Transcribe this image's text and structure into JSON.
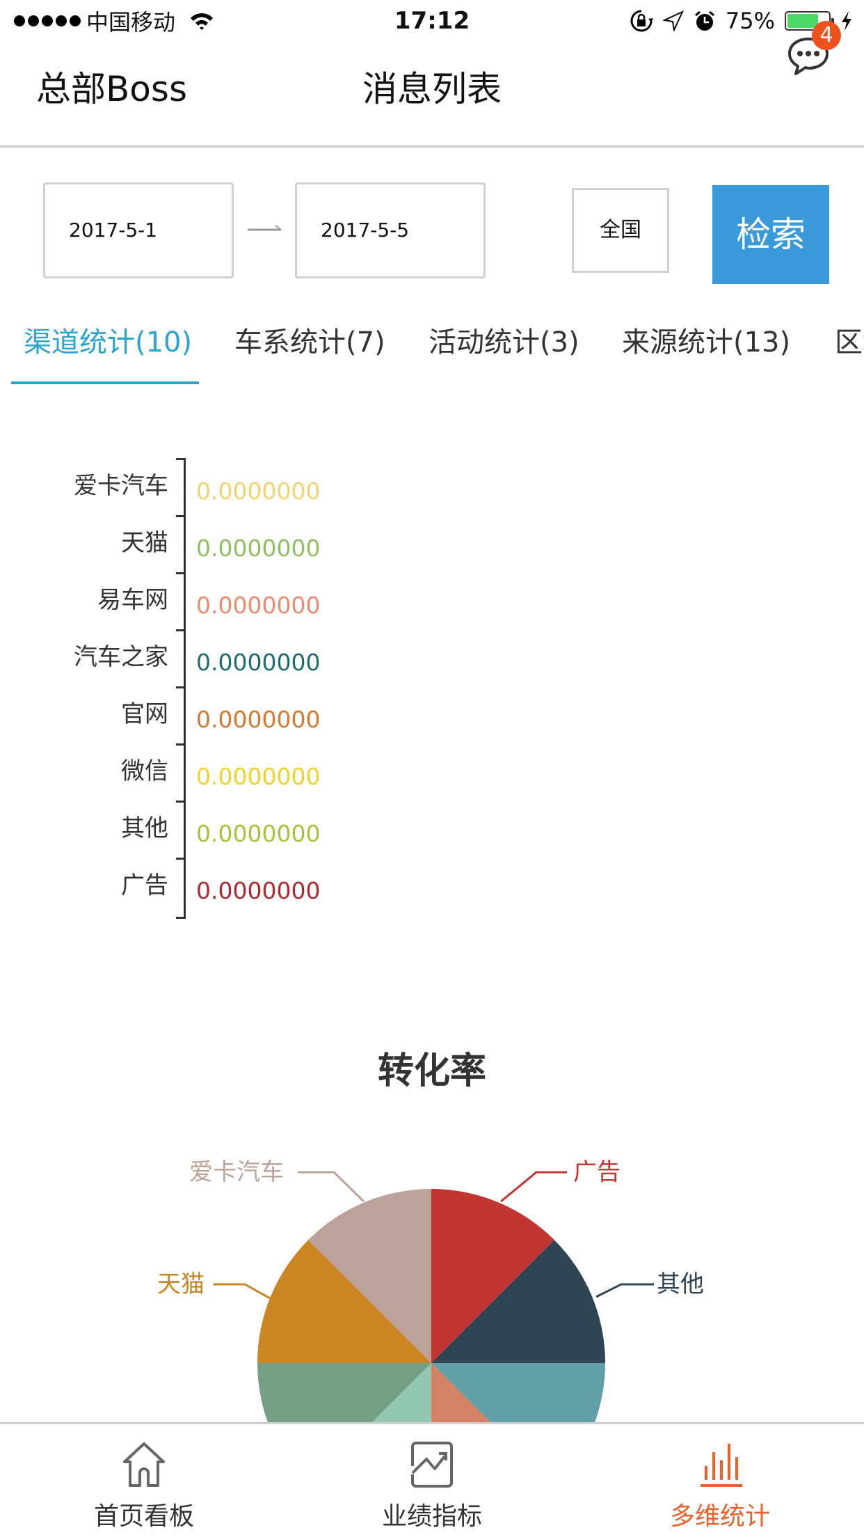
{
  "status_bar": {
    "carrier": "中国移动",
    "time": "17:12",
    "battery_percent": "75%",
    "battery_level": 0.75,
    "icons": [
      "signal-dots-icon",
      "wifi-icon",
      "rotation-lock-icon",
      "location-icon",
      "alarm-icon",
      "battery-icon",
      "charging-icon"
    ]
  },
  "header": {
    "left_title": "总部Boss",
    "title": "消息列表",
    "message_icon": "chat-bubble-icon",
    "badge_count": "4"
  },
  "filter": {
    "date_from": "2017-5-1",
    "date_to": "2017-5-5",
    "arrow_icon": "arrow-right-icon",
    "region": "全国",
    "search_label": "检索",
    "search_color": "#3a9ad9"
  },
  "tabs": [
    {
      "label": "渠道统计(10)",
      "active": true
    },
    {
      "label": "车系统计(7)",
      "active": false
    },
    {
      "label": "活动统计(3)",
      "active": false
    },
    {
      "label": "来源统计(13)",
      "active": false
    },
    {
      "label": "区域统计",
      "active": false
    }
  ],
  "accent_color": "#2ba4d0",
  "chart_data": [
    {
      "type": "bar",
      "orientation": "horizontal",
      "title": "",
      "categories": [
        "爱卡汽车",
        "天猫",
        "易车网",
        "汽车之家",
        "官网",
        "微信",
        "其他",
        "广告"
      ],
      "values": [
        0,
        0,
        0,
        0,
        0,
        0,
        0,
        0
      ],
      "value_labels": [
        "0.0000000",
        "0.0000000",
        "0.0000000",
        "0.0000000",
        "0.0000000",
        "0.0000000",
        "0.0000000",
        "0.0000000"
      ],
      "label_colors": [
        "#f2d46f",
        "#8fbf5e",
        "#ee8a6d",
        "#1e6b6f",
        "#d9782d",
        "#f3d32b",
        "#a8c23c",
        "#b1272f"
      ],
      "xlabel": "",
      "ylabel": "",
      "grid": false
    },
    {
      "type": "pie",
      "title": "转化率",
      "categories": [
        "广告",
        "其他",
        "微信",
        "官网",
        "汽车之家",
        "易车网",
        "天猫",
        "爱卡汽车"
      ],
      "values": [
        0,
        0,
        0,
        0,
        0,
        0,
        0,
        0
      ],
      "colors": [
        "#c23531",
        "#2f4554",
        "#61a0a8",
        "#d48265",
        "#91c7ae",
        "#749f83",
        "#ca8622",
        "#bda29a"
      ],
      "visible_labels": [
        "广告",
        "其他",
        "天猫",
        "爱卡汽车"
      ],
      "note": "all values zero, rendered as equal slices; bottom half clipped by tab bar"
    }
  ],
  "tabbar": {
    "items": [
      {
        "label": "首页看板",
        "icon": "home-icon",
        "active": false
      },
      {
        "label": "业绩指标",
        "icon": "trend-chart-icon",
        "active": false
      },
      {
        "label": "多维统计",
        "icon": "bar-chart-icon",
        "active": true
      }
    ],
    "active_color": "#e8622b"
  }
}
